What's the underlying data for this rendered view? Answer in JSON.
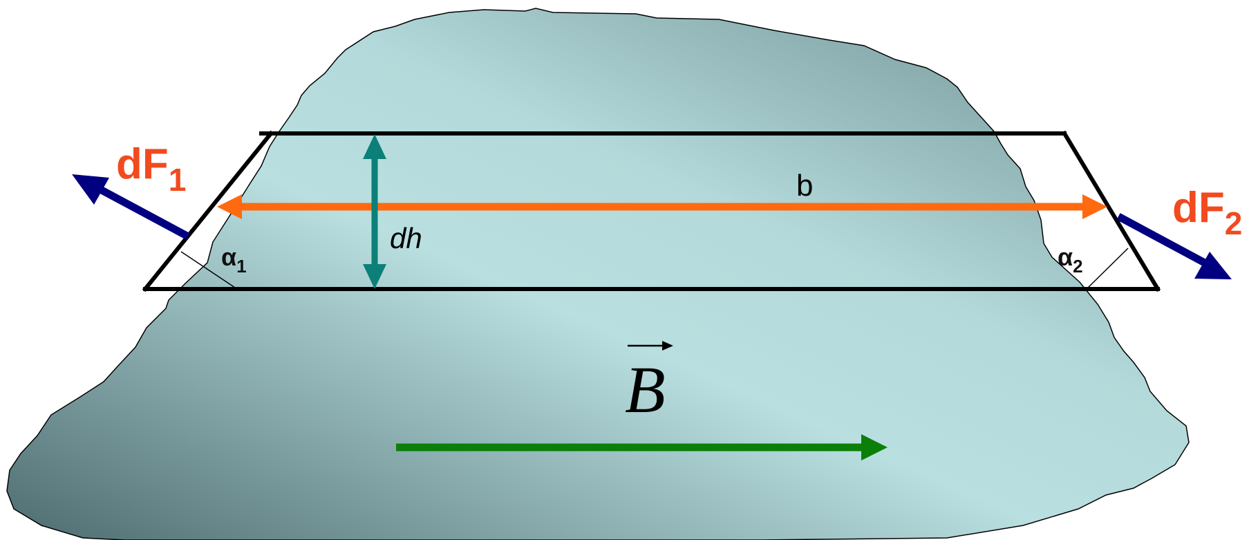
{
  "labels": {
    "force_left": {
      "main": "dF",
      "sub": "1"
    },
    "force_right": {
      "main": "dF",
      "sub": "2"
    },
    "angle_left": {
      "main": "α",
      "sub": "1"
    },
    "angle_right": {
      "main": "α",
      "sub": "2"
    },
    "width": "b",
    "height": "dh",
    "field": "B"
  },
  "colors": {
    "body_fill_light": "#b9dfe0",
    "body_fill_dark": "#4e6c70",
    "frame": "#000000",
    "force_arrows": "#000080",
    "force_labels": "#f24a1e",
    "width_arrow": "#ff6a10",
    "height_arrow": "#0b7f78",
    "field_arrow": "#0a7f0a"
  }
}
